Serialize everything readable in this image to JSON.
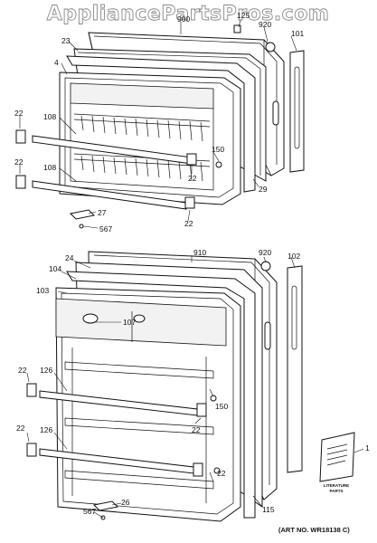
{
  "watermark": "AppliancePartsPros.com",
  "art_number": "(ART NO. WR18138 C)",
  "literature_label": [
    "LITERATURE",
    "PARTS"
  ],
  "callouts": {
    "freezer_door_assembly": "900",
    "freezer_dairy_cover": "125",
    "freezer_door_plug": "920",
    "freezer_handle": "101",
    "freezer_inner_door": "23",
    "freezer_door_liner": "4",
    "freezer_shelf_top": "108",
    "freezer_shelf_bottom": "108",
    "freezer_support_left_top": "22",
    "freezer_support_left_bottom": "22",
    "freezer_hinge_pin": "150",
    "freezer_support_right_top": "22",
    "freezer_door_gasket": "29",
    "freezer_door_stop": "27",
    "freezer_screw": "567",
    "freezer_support_right_bottom": "22",
    "fresh_food_inner_door": "24",
    "fresh_food_door_assembly": "910",
    "fresh_food_door_plug": "920",
    "fresh_food_handle": "102",
    "fresh_food_door_gasket": "104",
    "fresh_food_door_liner": "103",
    "fresh_food_dairy_door": "107",
    "fresh_food_support_left_top": "22",
    "fresh_food_shelf_top": "126",
    "fresh_food_hinge_pin": "150",
    "fresh_food_support_right_top": "22",
    "fresh_food_support_left_bottom": "22",
    "fresh_food_shelf_bottom": "126",
    "fresh_food_support_right_bottom": "22",
    "fresh_food_door_stop": "26",
    "fresh_food_screw": "567",
    "fresh_food_gasket_side": "115",
    "literature": "1"
  }
}
